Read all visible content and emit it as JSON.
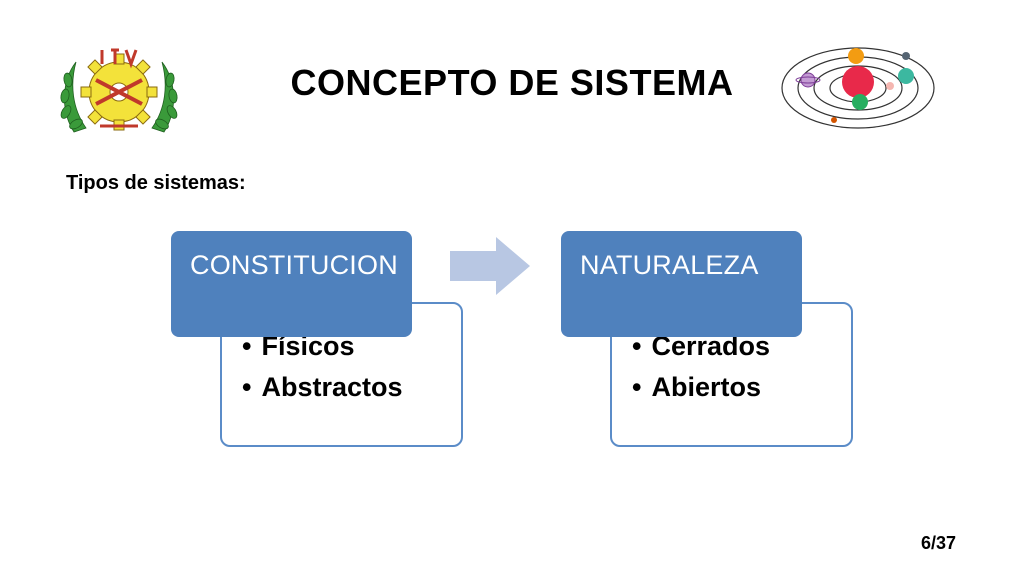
{
  "slide": {
    "title": "CONCEPTO DE SISTEMA",
    "subtitle": "Tipos de sistemas:",
    "page_number": "6/37"
  },
  "logos": {
    "left": {
      "icon": "itv-emblem-icon",
      "lettering": "ITV"
    },
    "right": {
      "icon": "solar-system-icon"
    }
  },
  "diagram": {
    "groups": [
      {
        "header": "CONSTITUCION",
        "items": [
          "Físicos",
          "Abstractos"
        ]
      },
      {
        "header": "NATURALEZA",
        "items": [
          "Cerrados",
          "Abiertos"
        ]
      }
    ],
    "connector": "arrow-right-icon"
  },
  "colors": {
    "header_fill": "#4f81bd",
    "box_border": "#5b8cc8",
    "arrow_fill": "#b8c7e3"
  }
}
